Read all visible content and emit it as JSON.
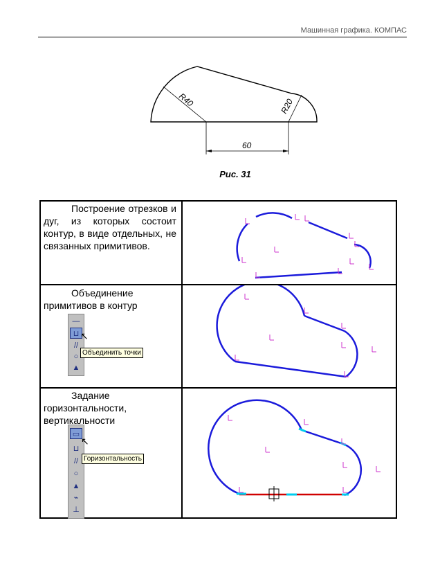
{
  "header": {
    "title": "Машинная графика. КОМПАС"
  },
  "figure": {
    "caption": "Рис. 31",
    "dim_r40": "R40",
    "dim_r20": "R20",
    "dim_60": "60"
  },
  "rows": [
    {
      "text": "Построение отрезков и дуг, из которых состоит контур, в виде отдельных, не связанных примитивов."
    },
    {
      "text": "Объединение примитивов в контур",
      "tooltip": "Объединить точки"
    },
    {
      "text": "Задание горизонтальности, вертикальности",
      "tooltip": "Горизонтальность"
    }
  ],
  "colors": {
    "contour": "#1a1adb",
    "marker": "#cc33cc",
    "highlight": "#00ccee",
    "horizontal": "#d00000"
  }
}
